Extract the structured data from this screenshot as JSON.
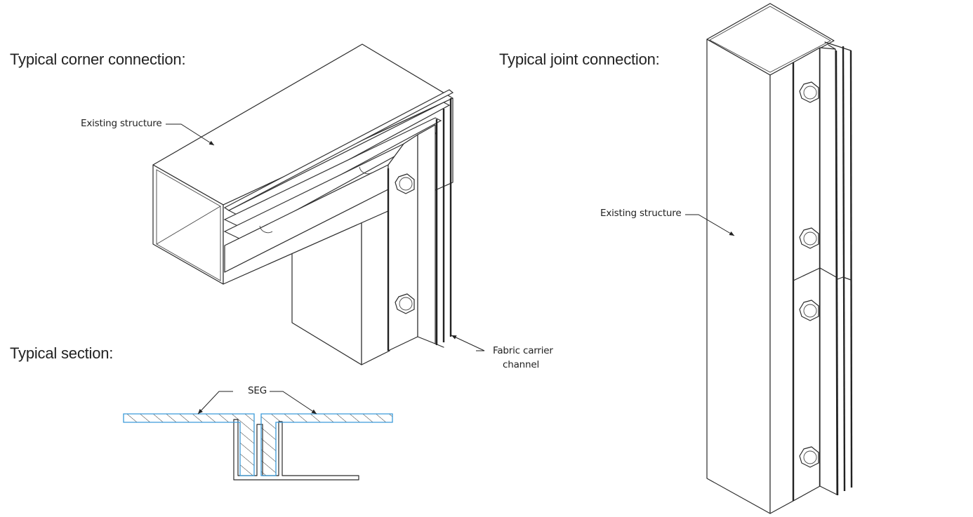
{
  "titles": {
    "corner": "Typical corner connection:",
    "joint": "Typical joint connection:",
    "section": "Typical section:"
  },
  "labels": {
    "corner_existing": "Existing structure",
    "fabric_line1": "Fabric carrier",
    "fabric_line2": "channel",
    "seg": "SEG",
    "joint_existing": "Existing structure"
  },
  "colors": {
    "line": "#2b2b2b",
    "seg_outline": "#3a9ad9",
    "background": "#ffffff"
  }
}
